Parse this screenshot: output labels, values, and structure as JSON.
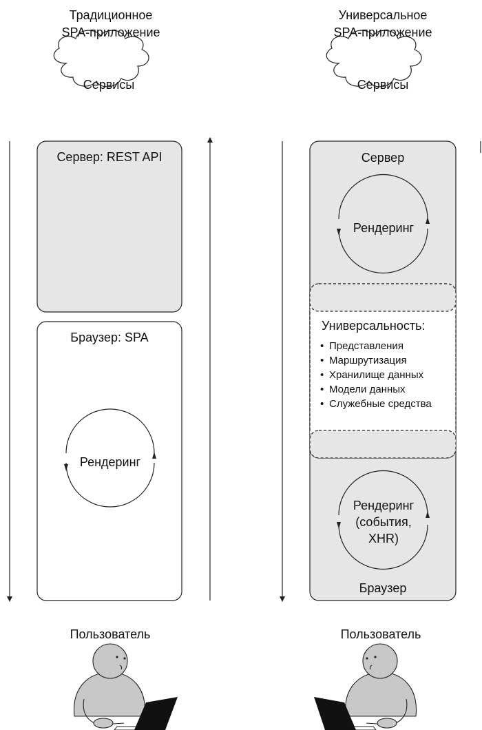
{
  "left_column": {
    "title_line1": "Традиционное",
    "title_line2": "SPA-приложение",
    "cloud_label": "Сервисы",
    "server_box_label": "Сервер: REST API",
    "browser_box_label": "Браузер: SPA",
    "render_label": "Рендеринг",
    "user_label": "Пользователь"
  },
  "right_column": {
    "title_line1": "Универсальное",
    "title_line2": "SPA-приложение",
    "cloud_label": "Сервисы",
    "server_label": "Сервер",
    "server_render_label": "Рендеринг",
    "universality_title": "Универсальность:",
    "universality_items": [
      "Представления",
      "Маршрутизация",
      "Хранилище данных",
      "Модели данных",
      "Служебные средства"
    ],
    "browser_render_line1": "Рендеринг",
    "browser_render_line2": "(события,",
    "browser_render_line3": "XHR)",
    "browser_label": "Браузер",
    "user_label": "Пользователь"
  },
  "colors": {
    "box_fill_gray": "#e6e6e6",
    "stroke": "#222222",
    "person_fill": "#c8c8c8",
    "laptop_fill": "#111111"
  },
  "icons": {
    "cloud": "cloud-icon",
    "person": "person-at-laptop-icon",
    "cycle": "cycle-arrows-icon"
  }
}
